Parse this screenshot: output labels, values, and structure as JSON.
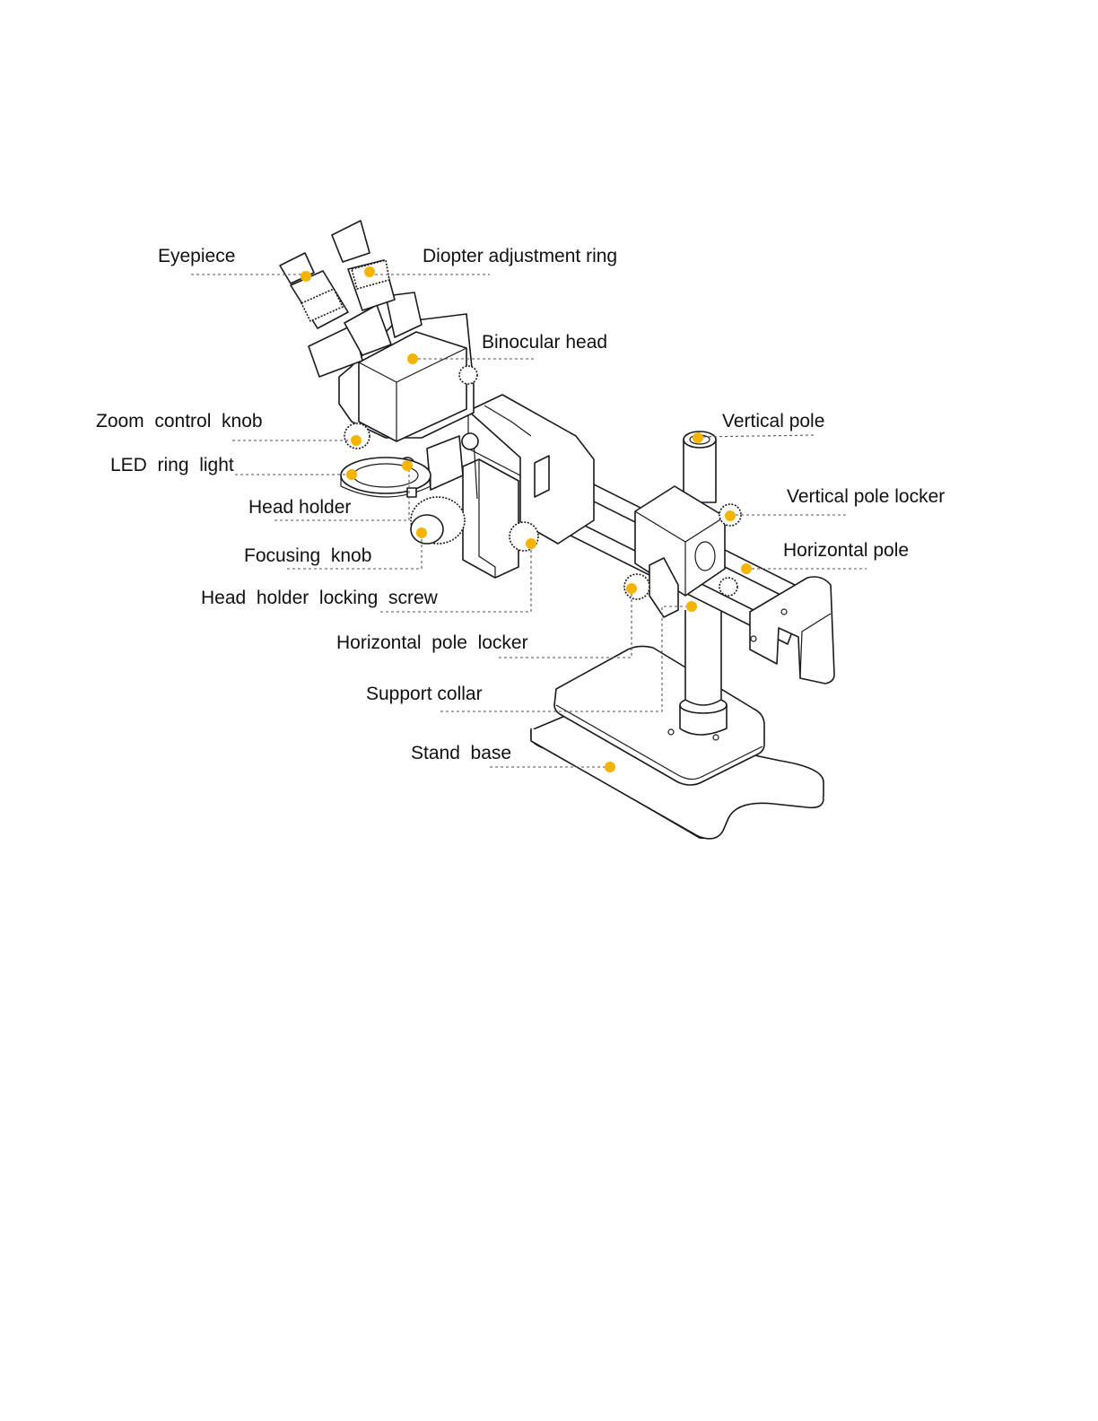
{
  "diagram": {
    "accent_color": "#F5B400",
    "labels": {
      "eyepiece": "Eyepiece",
      "diopter": "Diopter adjustment ring",
      "binocular_head": "Binocular head",
      "zoom_knob": "Zoom  control  knob",
      "led_ring": "LED  ring  light",
      "head_holder": "Head holder",
      "focusing_knob": "Focusing  knob",
      "head_holder_screw": "Head  holder  locking  screw",
      "horizontal_pole_locker": "Horizontal  pole  locker",
      "support_collar": "Support collar",
      "stand_base": "Stand  base",
      "vertical_pole": "Vertical pole",
      "vertical_pole_locker": "Vertical pole locker",
      "horizontal_pole": "Horizontal pole"
    }
  }
}
